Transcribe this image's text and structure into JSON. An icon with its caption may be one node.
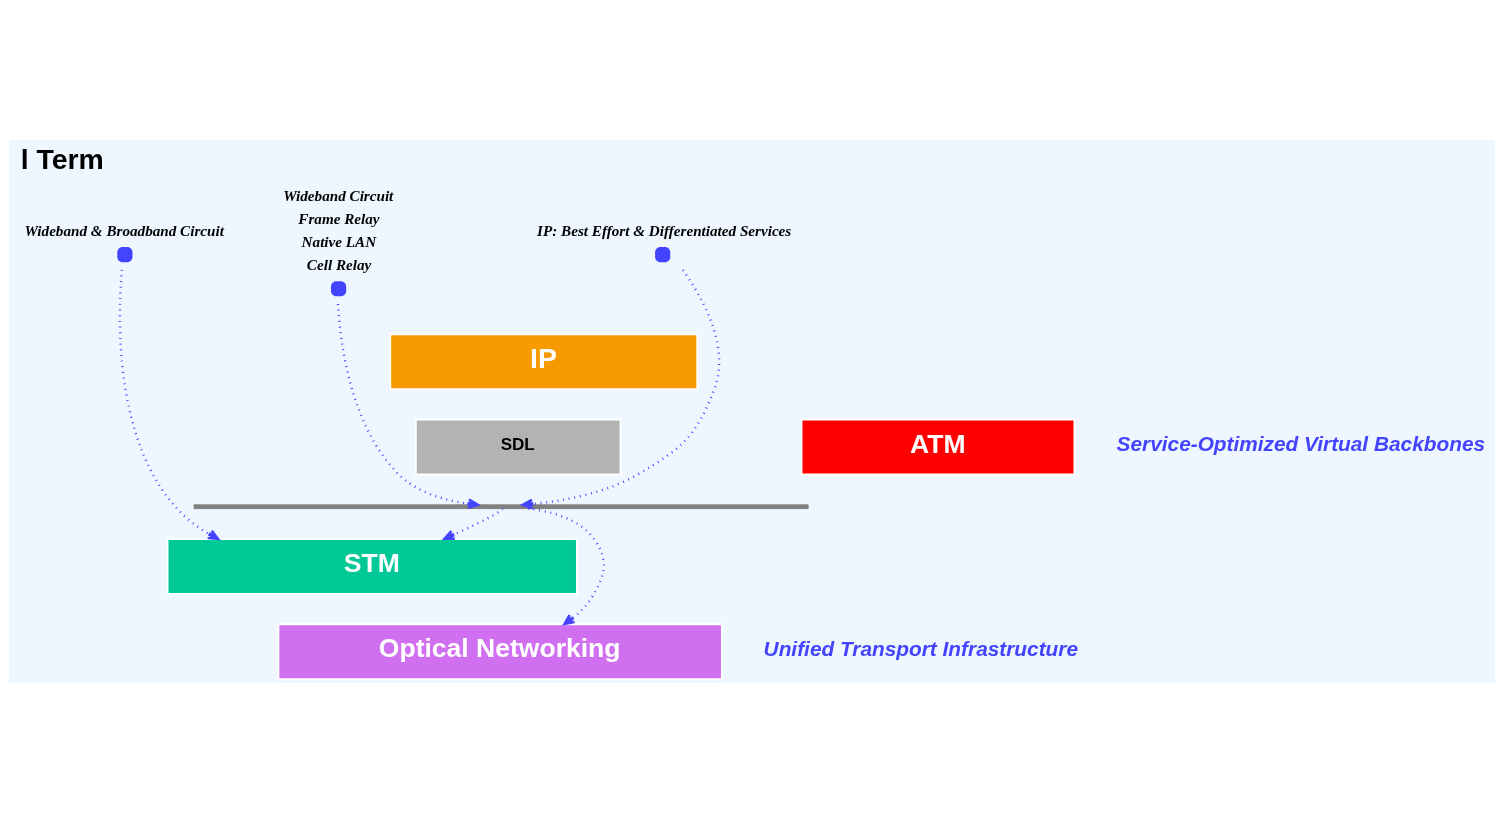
{
  "diagram": {
    "title": "l Term",
    "nodes": [
      {
        "text": [],
        "shape": "circle",
        "beside": [
          "Wideband & Broadband Circuit"
        ]
      },
      {
        "text": [],
        "shape": "circle",
        "beside": [
          "Wideband Circuit",
          "Frame Relay",
          "Native LAN",
          "Cell Relay"
        ]
      },
      {
        "text": [],
        "shape": "circle",
        "beside": [
          "IP: Best Effort & Differentiated Services"
        ]
      },
      {
        "text": [
          "IP"
        ]
      },
      {
        "text": [
          "ATM"
        ]
      },
      {
        "text": [
          "SDL"
        ]
      },
      {
        "text": [],
        "shape": "bar"
      },
      {
        "text": [
          "STM"
        ]
      },
      {
        "text": [
          "Optical Networking"
        ]
      }
    ],
    "edges": [
      {
        "from": 0,
        "to": 7,
        "arrow": "to",
        "style": "dashed"
      },
      {
        "from": 1,
        "to": 6,
        "arrow": "to",
        "style": "dashed"
      },
      {
        "from": 2,
        "to": 6,
        "arrow": "to",
        "style": "dashed"
      },
      {
        "from": 6,
        "to": 7,
        "arrow": "to",
        "style": "dashed"
      },
      {
        "from": 6,
        "to": 8,
        "arrow": "to",
        "style": "dashed"
      }
    ],
    "labels": [
      "Service-Optimized Virtual Backbones",
      "Unified Transport Infrastructure"
    ]
  }
}
